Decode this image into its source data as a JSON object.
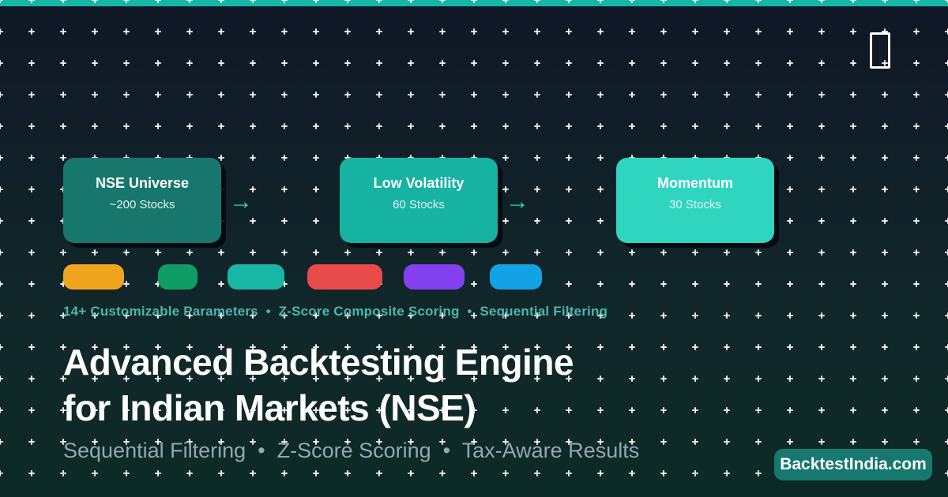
{
  "accent_bar": {
    "color": "#15b8a5"
  },
  "background": {
    "top": "#0f1726",
    "bottom": "#0c2a25",
    "dot_color": "#ffffff"
  },
  "logo_placeholder": {
    "glyph": "missing-glyph-box"
  },
  "flow": {
    "arrow": "→",
    "steps": [
      {
        "title": "NSE Universe",
        "subtitle": "~200 Stocks",
        "color": "#17776d"
      },
      {
        "title": "Low Volatility",
        "subtitle": "60 Stocks",
        "color": "#16b2a2"
      },
      {
        "title": "Momentum",
        "subtitle": "30 Stocks",
        "color": "#2fd5bf"
      }
    ]
  },
  "palette": {
    "swatches": [
      {
        "name": "amber",
        "color": "#f0a51f"
      },
      {
        "name": "emerald",
        "color": "#0f9d63"
      },
      {
        "name": "teal",
        "color": "#18b7a5"
      },
      {
        "name": "red",
        "color": "#e94b4b"
      },
      {
        "name": "purple",
        "color": "#8340ee"
      },
      {
        "name": "blue",
        "color": "#14a2e6"
      }
    ]
  },
  "features_line": {
    "text": "14+ Customizable Parameters  •  Z-Score Composite Scoring  •  Sequential Filtering",
    "color": "#4db6ac"
  },
  "title": {
    "line1": "Advanced Backtesting Engine",
    "line2": "for Indian Markets (NSE)"
  },
  "subtitle": {
    "text": "Sequential Filtering  •  Z-Score Scoring  •  Tax-Aware Results"
  },
  "badge": {
    "label": "BacktestIndia.com",
    "background": "#17796d"
  }
}
